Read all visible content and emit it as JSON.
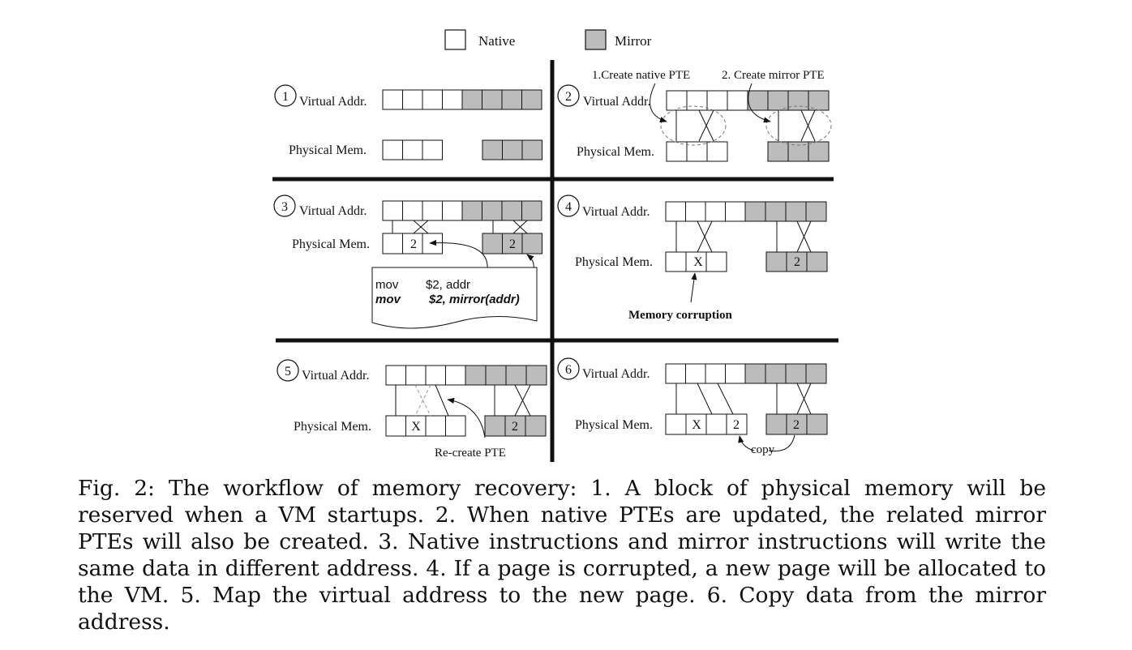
{
  "legend": {
    "native": "Native",
    "mirror": "Mirror"
  },
  "labels": {
    "virtual": "Virtual Addr.",
    "physical": "Physical Mem.",
    "create_native": "1.Create native PTE",
    "create_mirror": "2. Create mirror PTE",
    "memory_corruption": "Memory corruption",
    "recreate": "Re-create PTE",
    "copy": "copy",
    "cell_two": "2",
    "cell_x": "X"
  },
  "steps": [
    "1",
    "2",
    "3",
    "4",
    "5",
    "6"
  ],
  "code": {
    "line1_op": "mov",
    "line1_args": "$2, addr",
    "line2_op": "mov",
    "line2_args": "$2, mirror(addr)"
  },
  "caption": "Fig. 2: The workflow of memory recovery: 1. A block of physical memory will be reserved when a VM startups. 2. When native PTEs are updated, the related mirror PTEs will also be created. 3. Native instructions and mirror instructions will write the same data in different address. 4. If a page is corrupted, a new page will be allocated to the VM. 5. Map the virtual address to the new page. 6. Copy data from the mirror address.",
  "colors": {
    "mirror_fill": "#bcbcbc",
    "native_fill": "#ffffff",
    "stroke": "#111111"
  }
}
